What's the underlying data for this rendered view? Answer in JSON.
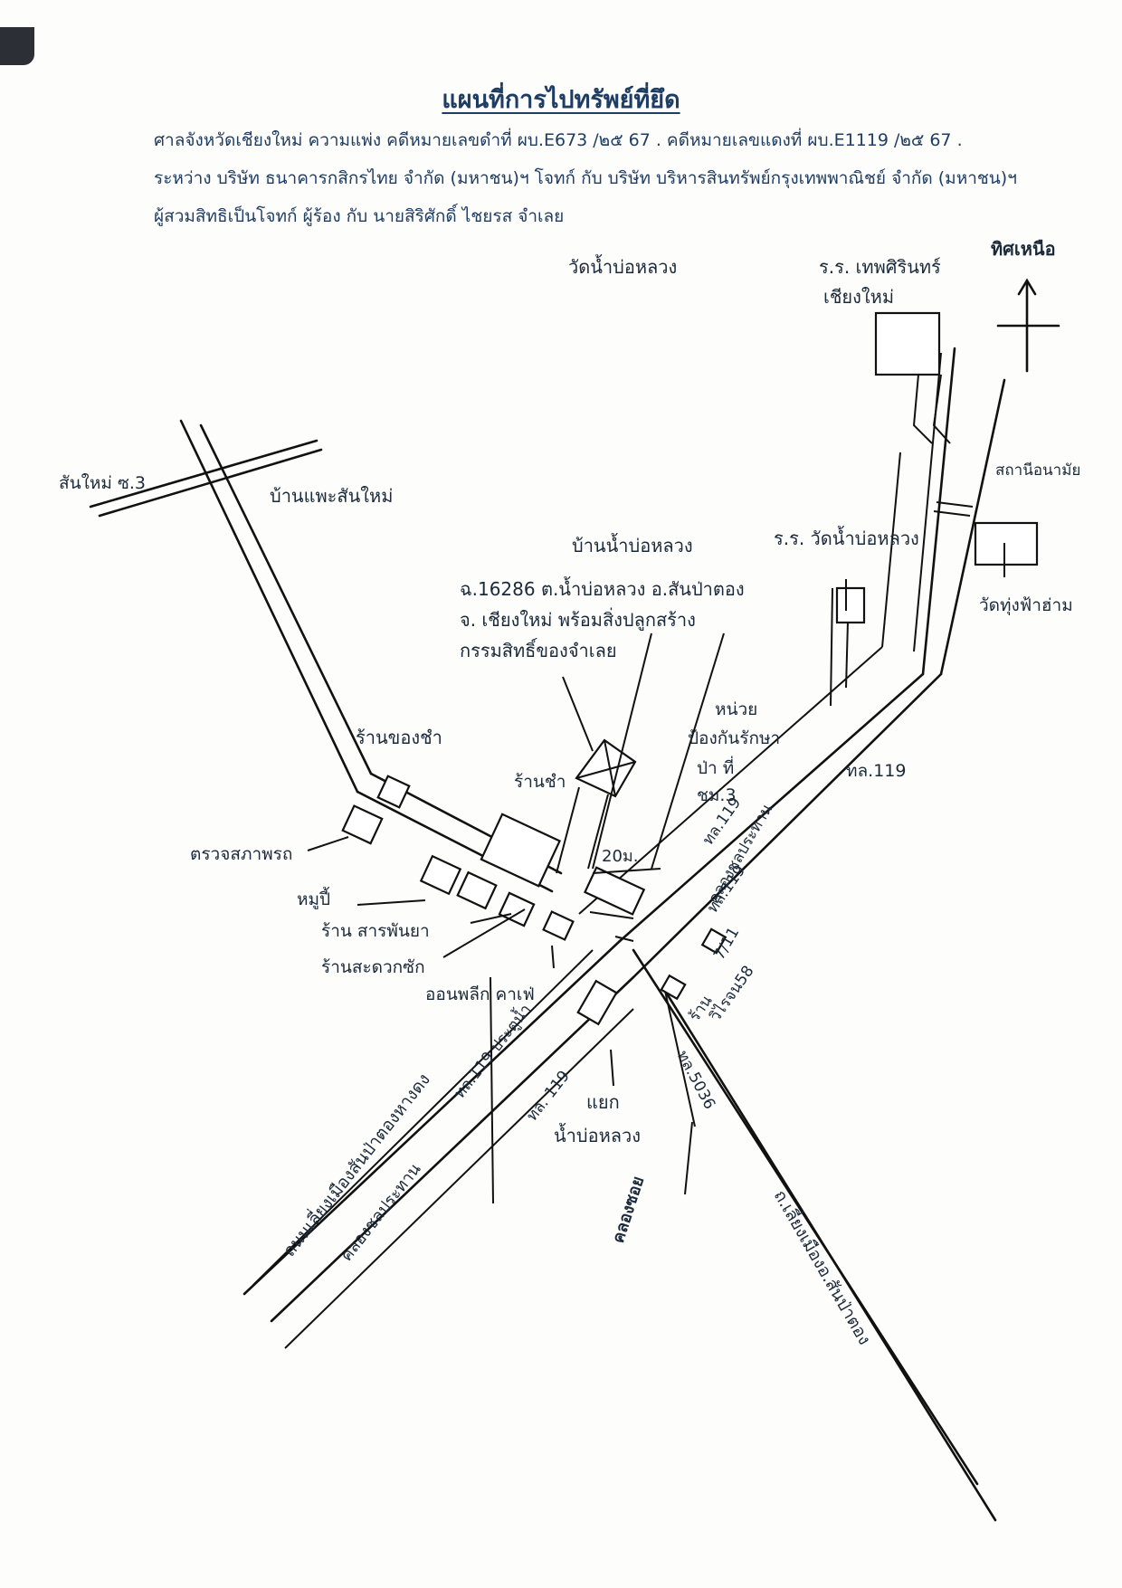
{
  "header": {
    "title": "แผนที่การไปทรัพย์ที่ยึด",
    "line1": "ศาลจังหวัดเชียงใหม่ ความแพ่ง คดีหมายเลขดำที่ ผบ.E673 /๒๕ 67 . คดีหมายเลขแดงที่ ผบ.E1119 /๒๕ 67 .",
    "line2": "ระหว่าง บริษัท ธนาคารกสิกรไทย จำกัด (มหาชน)ฯ โจทก์ กับ บริษัท บริหารสินทรัพย์กรุงเทพพาณิชย์ จำกัด (มหาชน)ฯ",
    "line3": "ผู้สวมสิทธิเป็นโจทก์ ผู้ร้อง กับ นายสิริศักดิ์  ไชยรส  จำเลย"
  },
  "map": {
    "north": "ทิศเหนือ",
    "temple_top": "วัดน้ำบ่อหลวง",
    "school_a1": "ร.ร. เทพศิรินทร์",
    "school_a2": "เชียงใหม่",
    "health_station": "สถานีอนามัย",
    "school_b": "ร.ร. วัดน้ำบ่อหลวง",
    "temple_right": "วัดทุ่งฟ้าฮ่าม",
    "sanmai_soi": "สันใหม่  ซ.3",
    "ban_phae": "บ้านแพะสันใหม่",
    "ban_nam_bo": "บ้านน้ำบ่อหลวง",
    "deed1": "ฉ.16286  ต.น้ำบ่อหลวง  อ.สันป่าตอง",
    "deed2": "จ. เชียงใหม่  พร้อมสิ่งปลูกสร้าง",
    "deed3": "กรรมสิทธิ์ของจำเลย",
    "unit1": "หน่วย",
    "unit2": "ป้องกันรักษา",
    "unit3": "ป่า  ที่",
    "unit4": "ชม.3",
    "shop_kong": "ร้านของชำ",
    "shop_cha": "ร้านชำ",
    "distance": "20ม.",
    "inspection": "ตรวจสภาพรถ",
    "moo_pee": "หมูปี้",
    "shop_saraphan1": "ร้าน  สารพันยา",
    "shop_convenience": "ร้านสะดวกซัก",
    "cafe": "ออนพลีก  คาเฟ่",
    "hwy_119_a": "ทล.119",
    "hwy_119_b": "ทล.119",
    "hwy_119_c": "ทล.119",
    "canal_main": "คลองชลประทาน",
    "seven": "7/11",
    "shop_wirat1": "ร้าน",
    "shop_wirat2": "วิไรจน58",
    "road_bypass": "ถนนเลี่ยงเมืองสันป่าตองหางดง",
    "hwy_119_gate": "ทล.119  ประตูน้ำ",
    "hwy_119_d": "ทล. 119",
    "junction1": "แยก",
    "junction2": "น้ำบ่อหลวง",
    "hwy_5036": "ทล.5036",
    "canal_lower": "คลองชลประทาน",
    "canal_soi": "คลองซอย",
    "road_sanpatong": "ถ.เลี่ยงเมืองอ.สันป่าตอง"
  },
  "colors": {
    "ink_header": "#1f3d63",
    "ink_map": "#1b2a3a",
    "paper": "#fdfdfb"
  }
}
